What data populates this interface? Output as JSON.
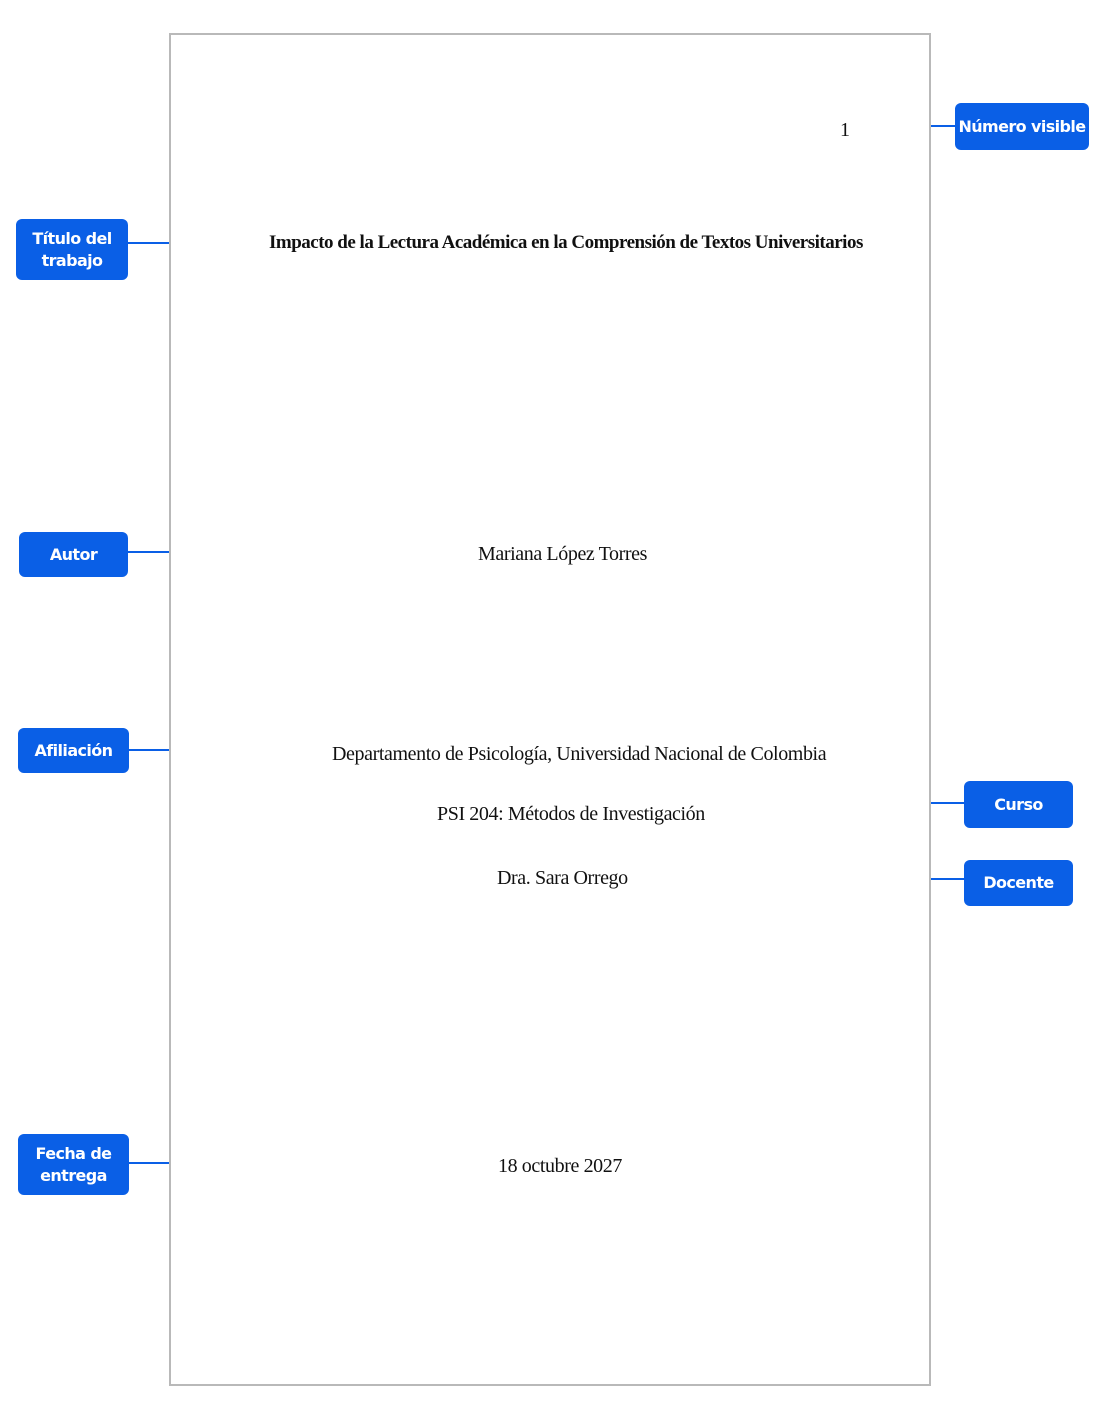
{
  "colors": {
    "accent": "#0a5fe6",
    "page_border": "#b9b9b9",
    "text": "#111111"
  },
  "document": {
    "page_number": "1",
    "title": "Impacto de la Lectura Académica en la Comprensión de Textos Universitarios",
    "author": "Mariana López Torres",
    "affiliation": "Departamento de Psicología, Universidad Nacional de Colombia",
    "course": "PSI 204: Métodos de Investigación",
    "instructor": "Dra. Sara Orrego",
    "date": "18 octubre 2027"
  },
  "labels": {
    "page_number": "Número visible",
    "title": "Título del\ntrabajo",
    "author": "Autor",
    "affiliation": "Afiliación",
    "course": "Curso",
    "instructor": "Docente",
    "date": "Fecha de\nentrega"
  }
}
